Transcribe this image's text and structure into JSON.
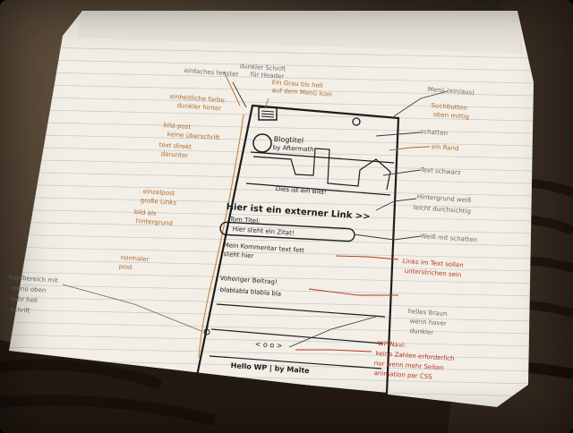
{
  "phone_texts": {
    "blog_title_1": "Blogtitel",
    "blog_title_2": "by Aftermath",
    "image_caption": "Dies ist ein Bild!",
    "headline": "Hier ist ein externer Link >>",
    "tom_label": "Tom Titel:",
    "pill_text": "Hier steht ein Zitat!",
    "comment_1": "Mein Kommentar text fett",
    "comment_2": "steht hier",
    "previous_post": "Voheriger Beitrag!",
    "body_text": "blablabla blabla bla",
    "pagination": "< o o >",
    "footer": "Hello WP | by Malte"
  },
  "annotations_left": {
    "note_a1": "einfaches fenster",
    "note_a2": "einheitliche farbe",
    "note_a3": "dunkler hinter",
    "note_b1": "bild-post",
    "note_b2": "keine überschrift",
    "note_b3": "text direkt",
    "note_b4": "darunter",
    "note_c1": "einzelpost",
    "note_c2": "große Links",
    "note_c3": "bild als",
    "note_c4": "hintergrund",
    "note_d1": "normaler",
    "note_d2": "post",
    "note_e1": "Kopfbereich mit",
    "note_e2": "menü oben",
    "note_e3": "sehr hell",
    "note_e4": "schrift"
  },
  "annotations_top": {
    "note_t1": "dunkler Schrift",
    "note_t2": "für Header",
    "note_t3": "Ein Grau bis hell",
    "note_t4": "auf dem Menü Icon"
  },
  "annotations_right": {
    "note_r1": "Menü (ein/aus)",
    "note_r2": "Suchbutton",
    "note_r3": "oben mittig",
    "note_r4": "schatten",
    "note_r5": "ein Rand",
    "note_r6": "Text schwarz",
    "note_r7": "Hintergrund weiß",
    "note_r8": "leicht durchsichtig",
    "note_r9": "Weiß mit schatten",
    "note_r10": "Links im Text sollen",
    "note_r11": "unterstrichen sein",
    "note_r12": "helles Braun",
    "note_r13": "wenn hover",
    "note_r14": "dunkler",
    "note_r15": "WP-Navi:",
    "note_r16": "keine Zahlen erforderlich",
    "note_r17": "nur wenn mehr Seiten",
    "note_r18": "animation per CSS"
  },
  "colors": {
    "paper": "#f3efe6",
    "rule_lines": "#b9c4cf",
    "ink_black": "#1c1c1c",
    "ink_brown": "#b0682c",
    "ink_red": "#b8321e",
    "fabric_dark": "#2a2018"
  }
}
